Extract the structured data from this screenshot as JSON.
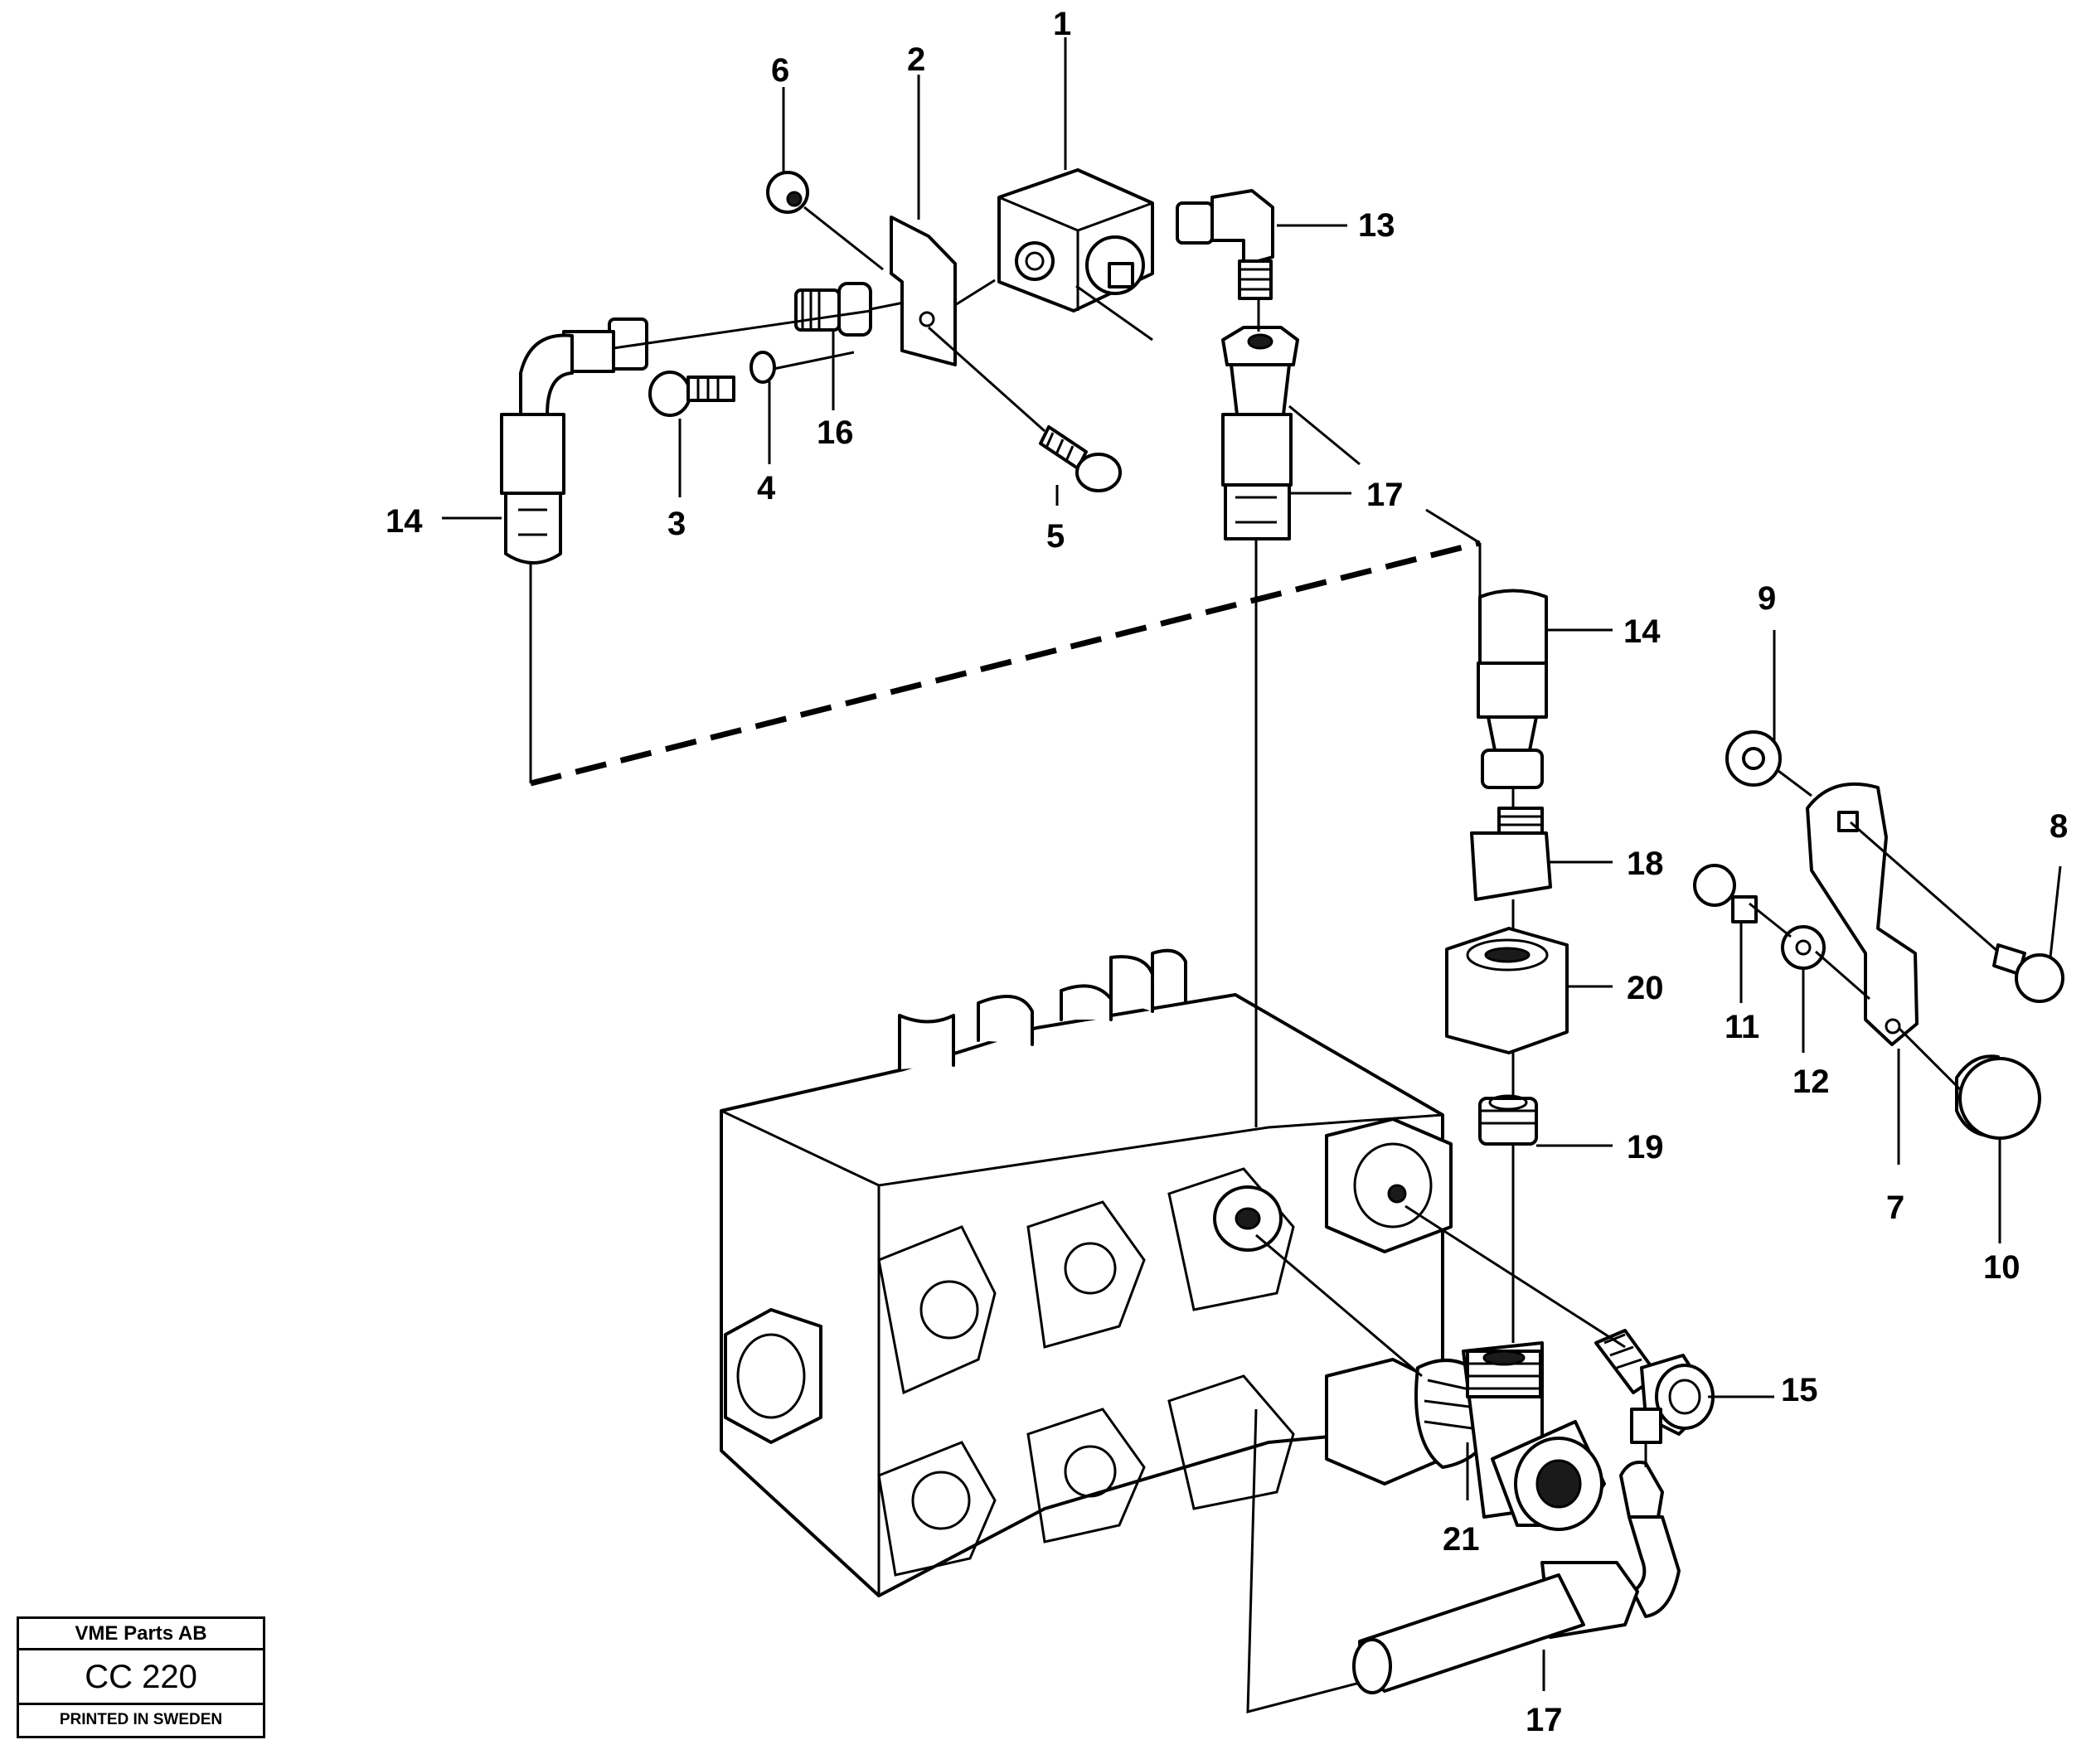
{
  "callouts": [
    {
      "id": "1",
      "text": "1"
    },
    {
      "id": "2",
      "text": "2"
    },
    {
      "id": "3",
      "text": "3"
    },
    {
      "id": "4",
      "text": "4"
    },
    {
      "id": "5",
      "text": "5"
    },
    {
      "id": "6",
      "text": "6"
    },
    {
      "id": "7",
      "text": "7"
    },
    {
      "id": "8",
      "text": "8"
    },
    {
      "id": "9",
      "text": "9"
    },
    {
      "id": "10",
      "text": "10"
    },
    {
      "id": "11",
      "text": "11"
    },
    {
      "id": "12",
      "text": "12"
    },
    {
      "id": "13",
      "text": "13"
    },
    {
      "id": "14a",
      "text": "14"
    },
    {
      "id": "14b",
      "text": "14"
    },
    {
      "id": "15",
      "text": "15"
    },
    {
      "id": "16",
      "text": "16"
    },
    {
      "id": "17a",
      "text": "17"
    },
    {
      "id": "17b",
      "text": "17"
    },
    {
      "id": "18",
      "text": "18"
    },
    {
      "id": "19",
      "text": "19"
    },
    {
      "id": "20",
      "text": "20"
    },
    {
      "id": "21",
      "text": "21"
    }
  ],
  "title_block": {
    "company": "VME Parts AB",
    "code": "CC 220",
    "footer": "PRINTED IN SWEDEN"
  }
}
